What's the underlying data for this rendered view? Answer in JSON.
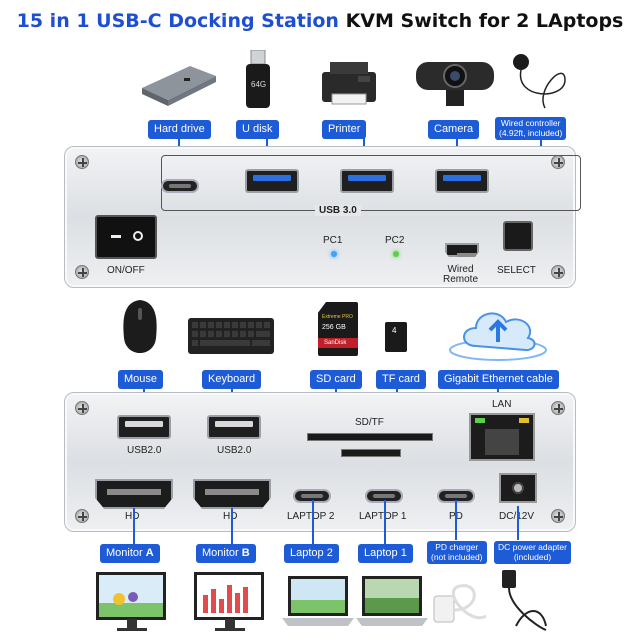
{
  "title": {
    "part1": "15 in 1 USB-C Docking Station",
    "part2": "KVM Switch for 2 LAptops"
  },
  "top_labels": {
    "hard_drive": "Hard drive",
    "u_disk": "U disk",
    "printer": "Printer",
    "camera": "Camera",
    "wired_controller_line1": "Wired controller",
    "wired_controller_line2": "(4.92ft, included)"
  },
  "top_panel": {
    "usb_label": "USB 3.0",
    "onoff": "ON/OFF",
    "pc1": "PC1",
    "pc2": "PC2",
    "wired_remote_line1": "Wired",
    "wired_remote_line2": "Remote",
    "select": "SELECT",
    "pc1_led_color": "#3da2ff",
    "pc2_led_color": "#5bd14a"
  },
  "middle_labels": {
    "mouse": "Mouse",
    "keyboard": "Keyboard",
    "sd_card": "SD card",
    "tf_card": "TF card",
    "gigabit": "Gigabit Ethernet cable",
    "usb_drive_text": "64G",
    "sd_text_1": "Extreme PRO",
    "sd_text_2": "256 GB",
    "sd_text_3": "SanDisk",
    "tf_text": "4"
  },
  "bottom_panel": {
    "usb2_a": "USB2.0",
    "usb2_b": "USB2.0",
    "sdtf": "SD/TF",
    "lan": "LAN",
    "hd_a": "HD",
    "hd_b": "HD",
    "laptop2": "LAPTOP 2",
    "laptop1": "LAPTOP 1",
    "pd": "PD",
    "dc": "DC/12V"
  },
  "bottom_labels": {
    "monitor_a_prefix": "Monitor ",
    "monitor_a_letter": "A",
    "monitor_b_prefix": "Monitor ",
    "monitor_b_letter": "B",
    "laptop2": "Laptop 2",
    "laptop1": "Laptop 1",
    "pd_charger_line1": "PD charger",
    "pd_charger_line2": "(not included)",
    "dc_adapter_line1": "DC power adapter",
    "dc_adapter_line2": "(included)"
  },
  "colors": {
    "accent": "#1e5bd6",
    "title_blue": "#1d4fd0",
    "usb3_blue": "#2c6fe3"
  }
}
